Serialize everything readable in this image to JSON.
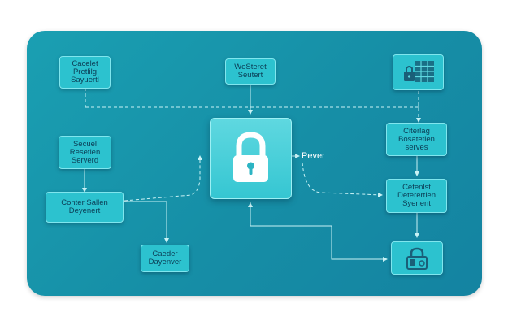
{
  "colors": {
    "panel": "#168ea6",
    "node_fill": "#2cc2cf",
    "node_border": "#7fe6ee",
    "line": "#c9f2f5",
    "node_text": "#0b3d55"
  },
  "nodes": {
    "top_left": {
      "lines": [
        "Cacelet",
        "Pretlilg",
        "Sayuertl"
      ]
    },
    "top_center": {
      "lines": [
        "WeSteret",
        "Seutert"
      ]
    },
    "top_right": {
      "icon": "lock-table-icon"
    },
    "mid_left": {
      "lines": [
        "Secuel",
        "Resetlen",
        "Serverd"
      ]
    },
    "left_main": {
      "lines": [
        "Conter Sallen",
        "Deyenert"
      ]
    },
    "bottom_left": {
      "lines": [
        "Caeder",
        "Dayenver"
      ]
    },
    "right_upper": {
      "lines": [
        "Citerlag",
        "Bosatetien",
        "serves"
      ]
    },
    "right_lower": {
      "lines": [
        "Cetenlst",
        "Deterertien",
        "Syenent"
      ]
    },
    "bottom_right": {
      "icon": "lock-icon"
    },
    "center_hub": {
      "icon": "padlock-icon"
    }
  },
  "hub_label": "Pever"
}
